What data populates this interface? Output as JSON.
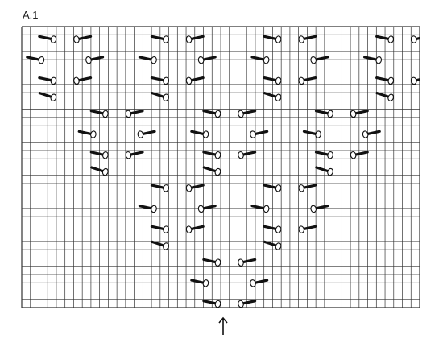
{
  "chart": {
    "title": "A.1",
    "grid": {
      "columns": 46,
      "rows": 34
    },
    "symbol": "cable-stitch-symbol",
    "motif_centers": [
      {
        "col": 5,
        "row": 0
      },
      {
        "col": 18,
        "row": 0
      },
      {
        "col": 31,
        "row": 0
      },
      {
        "col": 44,
        "row": 0
      },
      {
        "col": 11,
        "row": 9
      },
      {
        "col": 24,
        "row": 9
      },
      {
        "col": 37,
        "row": 9
      },
      {
        "col": 18,
        "row": 18
      },
      {
        "col": 31,
        "row": 18
      },
      {
        "col": 24,
        "row": 27
      }
    ],
    "direction_marker": "up-arrow-icon"
  }
}
